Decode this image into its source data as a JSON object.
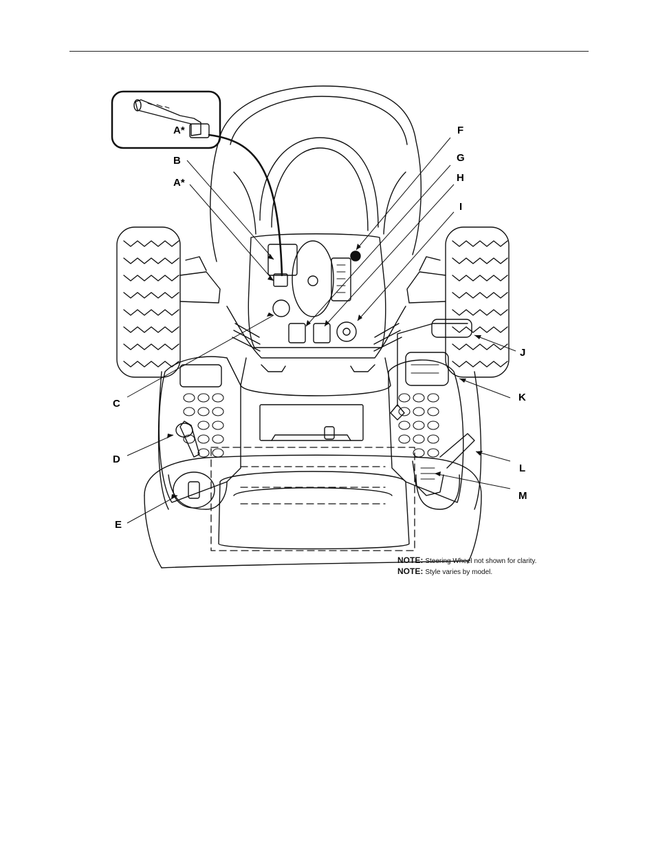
{
  "callouts": {
    "a_inset": "A*",
    "a": "A*",
    "b": "B",
    "c": "C",
    "d": "D",
    "e": "E",
    "f": "F",
    "g": "G",
    "h": "H",
    "i": "I",
    "j": "J",
    "k": "K",
    "l": "L",
    "m": "M"
  },
  "notes": [
    {
      "label": "NOTE:",
      "text": "Steering Wheel not shown for clarity."
    },
    {
      "label": "NOTE:",
      "text": "Style varies by model."
    }
  ]
}
